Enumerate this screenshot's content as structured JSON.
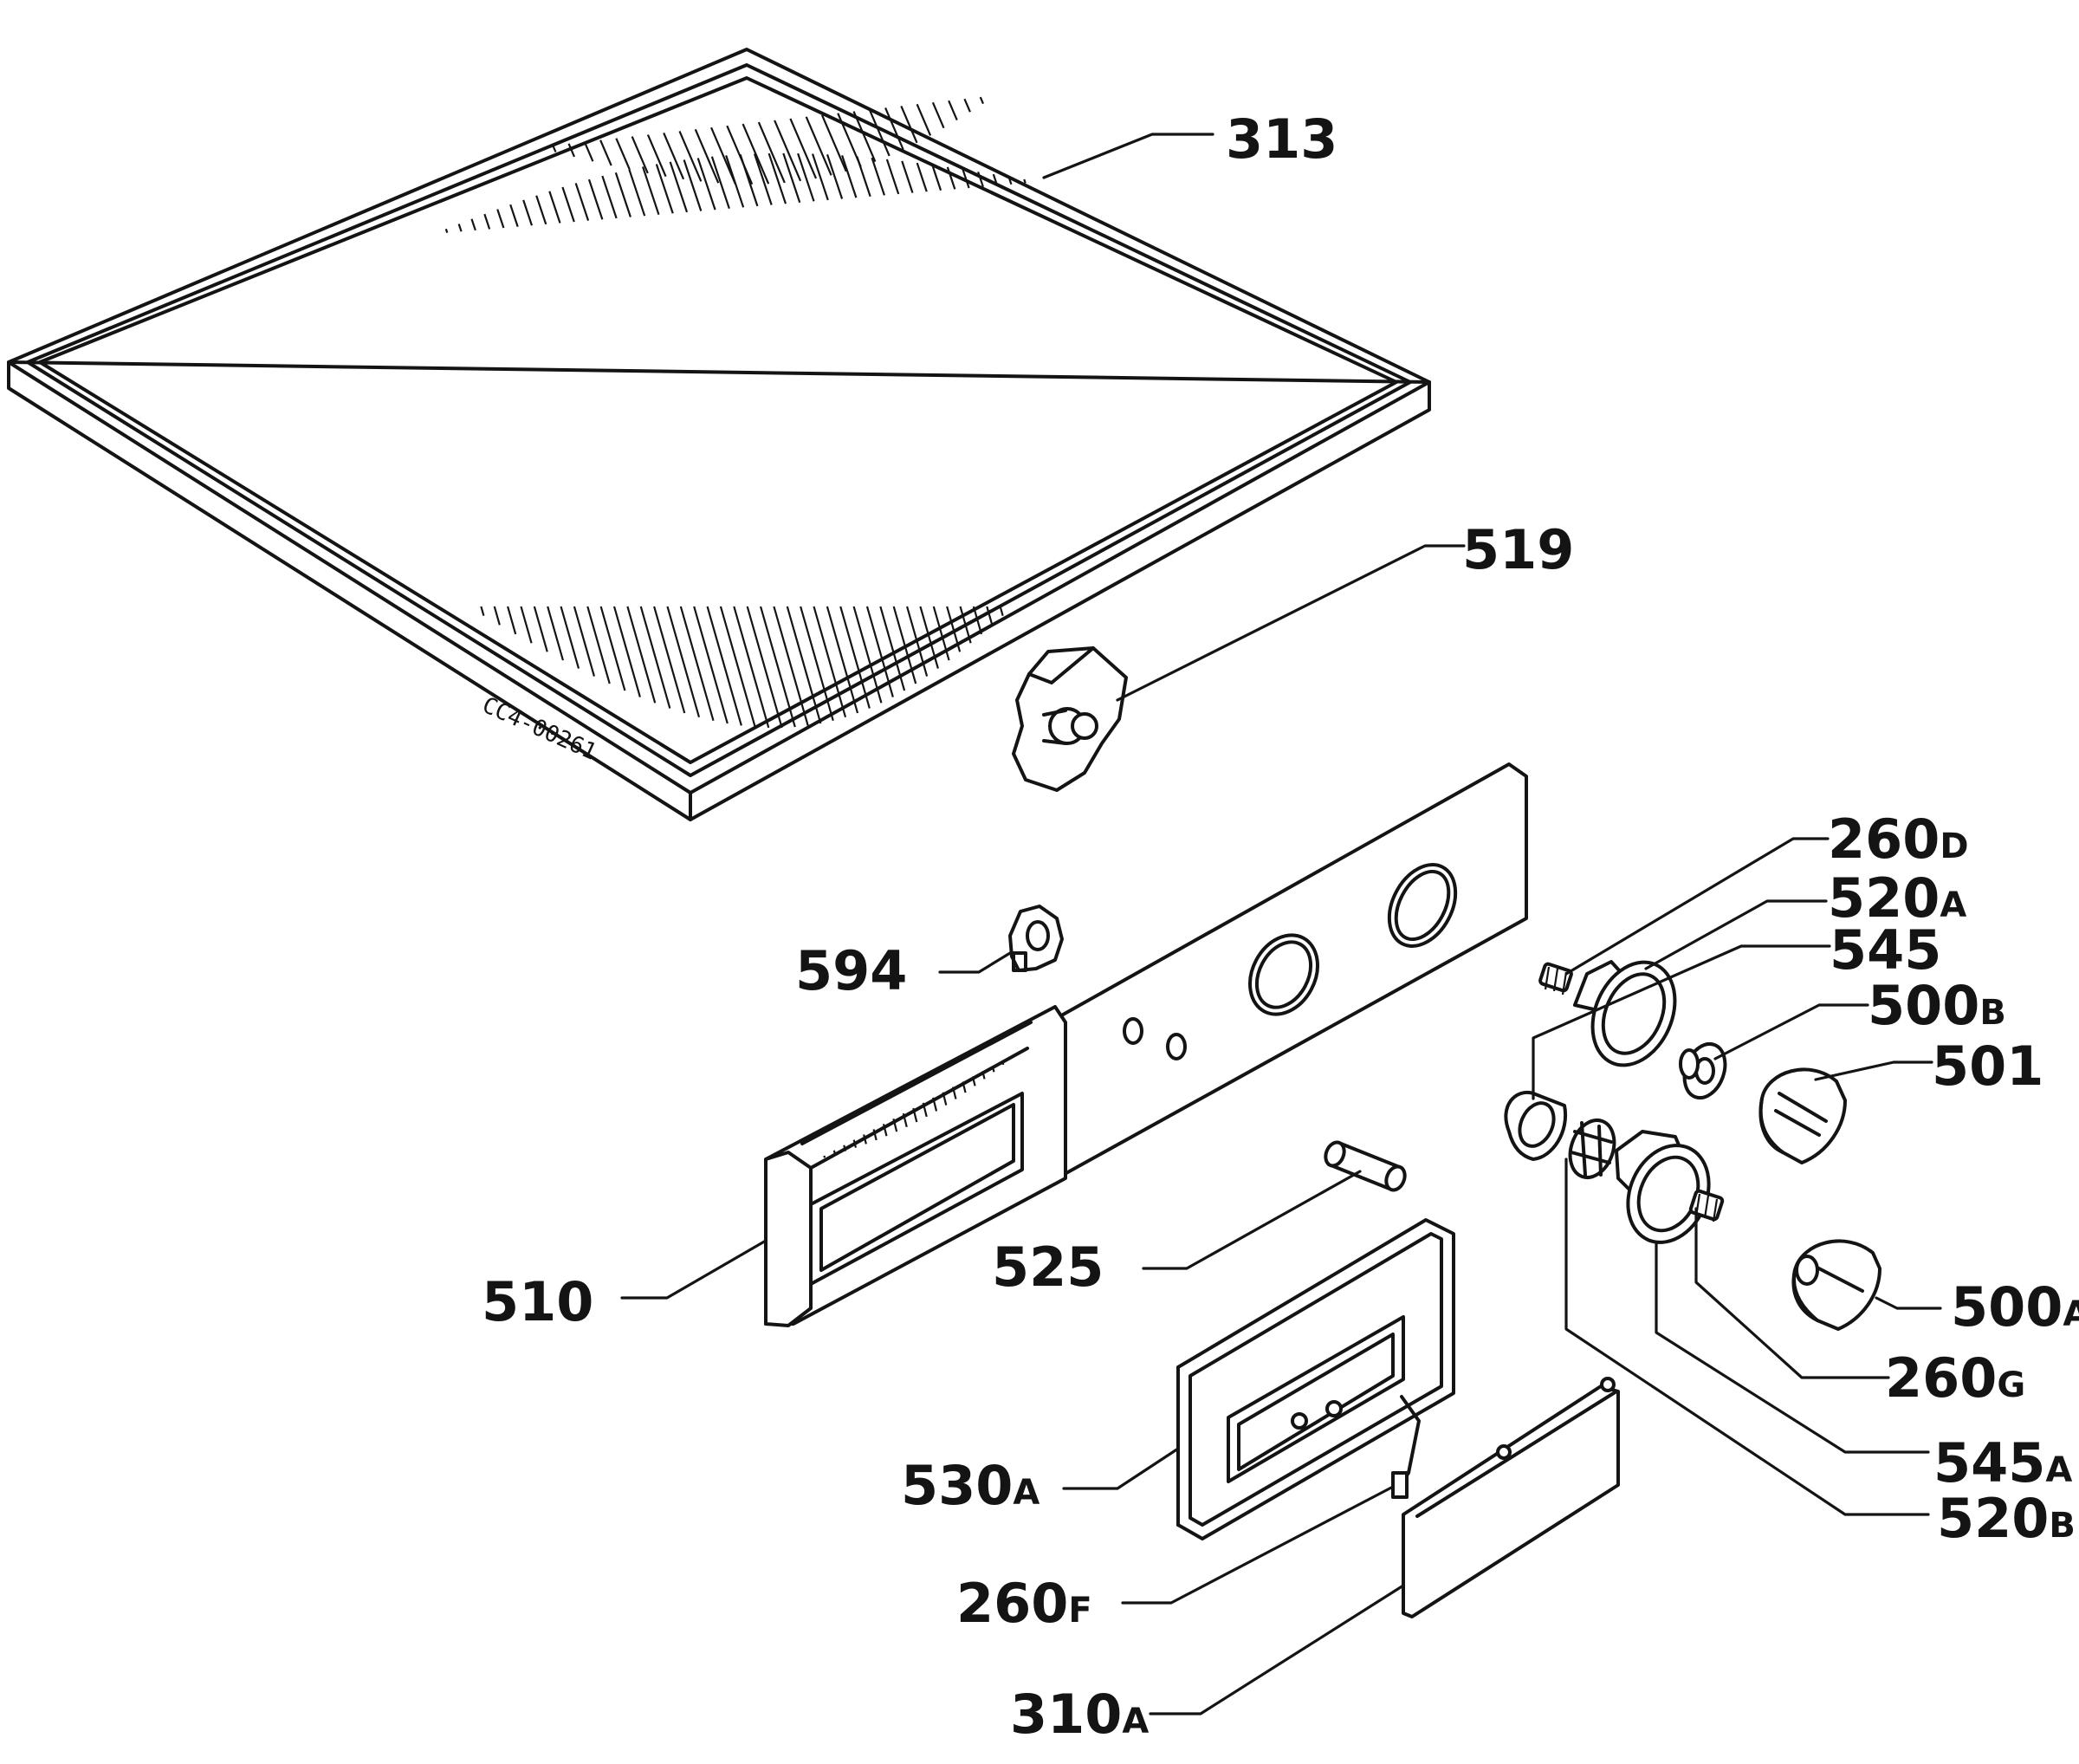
{
  "drawing_code": "CC4-00261",
  "callouts": [
    {
      "id": "313",
      "num": "313",
      "suffix": ""
    },
    {
      "id": "519",
      "num": "519",
      "suffix": ""
    },
    {
      "id": "260d",
      "num": "260",
      "suffix": "D"
    },
    {
      "id": "520a",
      "num": "520",
      "suffix": "A"
    },
    {
      "id": "545",
      "num": "545",
      "suffix": ""
    },
    {
      "id": "500b",
      "num": "500",
      "suffix": "B"
    },
    {
      "id": "501",
      "num": "501",
      "suffix": ""
    },
    {
      "id": "594",
      "num": "594",
      "suffix": ""
    },
    {
      "id": "525",
      "num": "525",
      "suffix": ""
    },
    {
      "id": "510",
      "num": "510",
      "suffix": ""
    },
    {
      "id": "500a",
      "num": "500",
      "suffix": "A"
    },
    {
      "id": "260g",
      "num": "260",
      "suffix": "G"
    },
    {
      "id": "545a",
      "num": "545",
      "suffix": "A"
    },
    {
      "id": "520b",
      "num": "520",
      "suffix": "B"
    },
    {
      "id": "530a",
      "num": "530",
      "suffix": "A"
    },
    {
      "id": "260f",
      "num": "260",
      "suffix": "F"
    },
    {
      "id": "310a",
      "num": "310",
      "suffix": "A"
    }
  ]
}
